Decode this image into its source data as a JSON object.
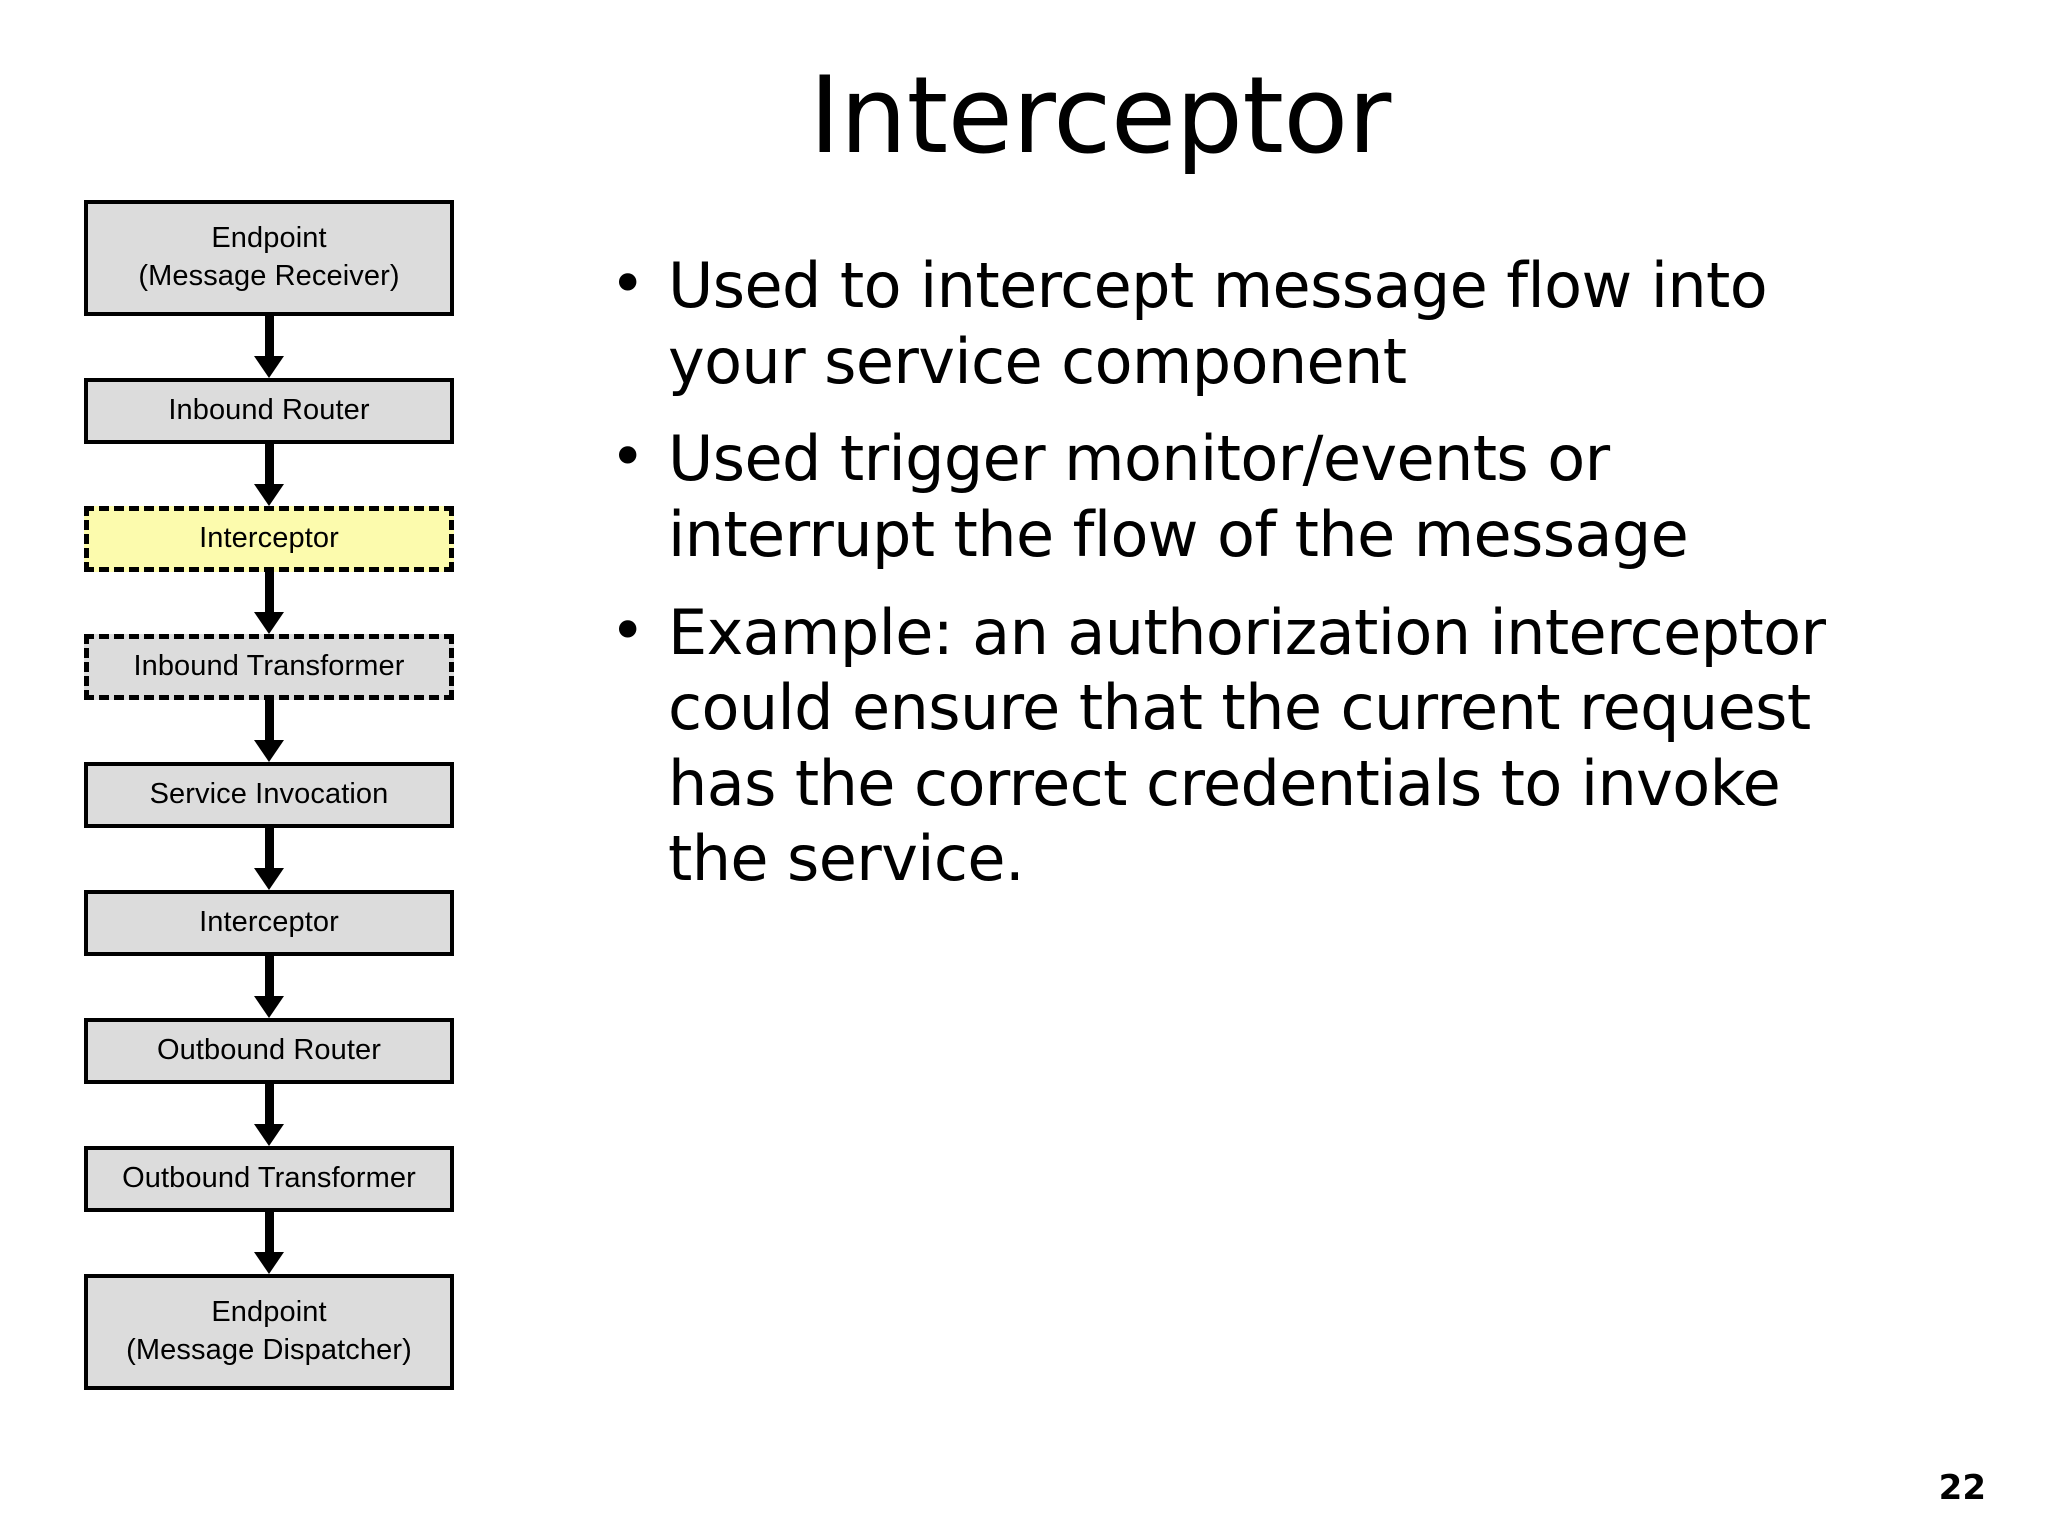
{
  "slide": {
    "title": "Interceptor",
    "page_number": "22",
    "background_color": "#ffffff"
  },
  "colors": {
    "node_fill": "#dcdcdc",
    "node_highlight_fill": "#fcfbad",
    "node_border": "#000000",
    "text": "#000000"
  },
  "flowchart": {
    "name": "message-flow-pipeline",
    "nodes": [
      {
        "label": "Endpoint\n(Message Receiver)",
        "style": "solid",
        "fill": "#dcdcdc",
        "lines": 2
      },
      {
        "label": "Inbound Router",
        "style": "solid",
        "fill": "#dcdcdc",
        "lines": 1
      },
      {
        "label": "Interceptor",
        "style": "dashed",
        "fill": "#fcfbad",
        "lines": 1
      },
      {
        "label": "Inbound Transformer",
        "style": "dashed",
        "fill": "#dcdcdc",
        "lines": 1
      },
      {
        "label": "Service Invocation",
        "style": "solid",
        "fill": "#dcdcdc",
        "lines": 1
      },
      {
        "label": "Interceptor",
        "style": "solid",
        "fill": "#dcdcdc",
        "lines": 1
      },
      {
        "label": "Outbound Router",
        "style": "solid",
        "fill": "#dcdcdc",
        "lines": 1
      },
      {
        "label": "Outbound Transformer",
        "style": "solid",
        "fill": "#dcdcdc",
        "lines": 1
      },
      {
        "label": "Endpoint\n(Message Dispatcher)",
        "style": "solid",
        "fill": "#dcdcdc",
        "lines": 2
      }
    ]
  },
  "content": {
    "bullet_marker": "•",
    "bullets": [
      "Used to intercept message flow into your service component",
      "Used trigger monitor/events or interrupt the flow of the message",
      "Example: an authorization interceptor could ensure that the current request has the correct credentials to invoke the service."
    ]
  }
}
